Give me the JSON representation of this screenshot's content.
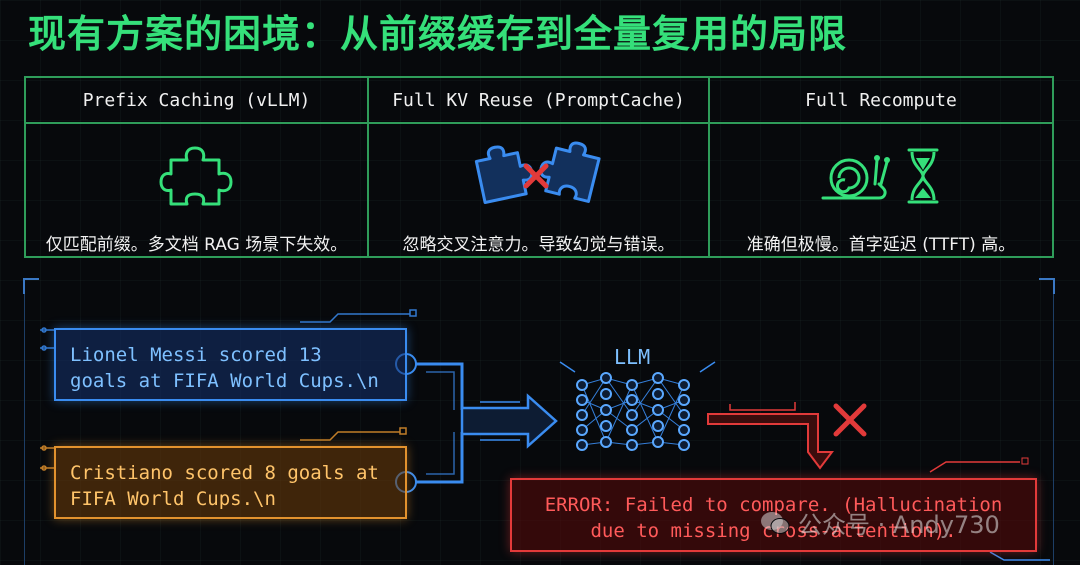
{
  "title": "现有方案的困境：从前缀缓存到全量复用的局限",
  "columns": [
    {
      "header": "Prefix Caching (vLLM)",
      "icon": "puzzle-piece-icon",
      "desc": "仅匹配前缀。多文档 RAG 场景下失效。"
    },
    {
      "header": "Full KV Reuse (PromptCache)",
      "icon": "broken-puzzle-icon",
      "desc": "忽略交叉注意力。导致幻觉与错误。"
    },
    {
      "header": "Full Recompute",
      "icon": "snail-hourglass-icon",
      "desc": "准确但极慢。首字延迟 (TTFT) 高。"
    }
  ],
  "diagram": {
    "doc1": {
      "line1": "Lionel Messi scored 13",
      "line2": "goals at FIFA World Cups.\\n"
    },
    "doc2": {
      "line1": "Cristiano scored 8 goals at",
      "line2": "FIFA World Cups.\\n"
    },
    "model_label": "LLM",
    "error": {
      "line1": "ERROR: Failed to compare. (Hallucination",
      "line2": "due to missing cross-attention)."
    }
  },
  "watermark": "公众号 · Andy730",
  "colors": {
    "green": "#35e07a",
    "blue": "#3a8cf0",
    "orange": "#e2922e",
    "red": "#e23a3a"
  }
}
